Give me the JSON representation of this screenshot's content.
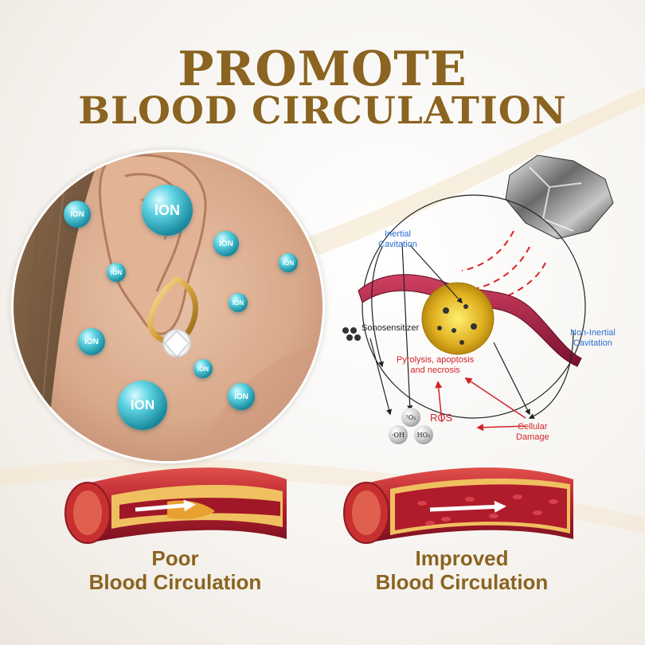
{
  "title": {
    "line1": "PROMOTE",
    "line2": "BLOOD CIRCULATION"
  },
  "ions": [
    {
      "label": "ION"
    },
    {
      "label": "ION"
    },
    {
      "label": "ION"
    },
    {
      "label": "ION"
    },
    {
      "label": "ION"
    },
    {
      "label": "ION"
    },
    {
      "label": "ION"
    },
    {
      "label": "ION"
    },
    {
      "label": "ION"
    },
    {
      "label": "ION"
    }
  ],
  "diagram": {
    "inertial_cavitation": "Inertial\nCavitation",
    "non_inertial_cavitation": "Non-Inertial\nCavitation",
    "sonosensitizer": "Sonosensitizer",
    "pyrolysis": "Pyrolysis, apoptosis\nand necrosis",
    "ros": "ROS",
    "cellular_damage": "Cellular\nDamage",
    "molecules": [
      "¹O₂",
      "·OH",
      "HO₂"
    ]
  },
  "comparison": {
    "poor": "Poor\nBlood Circulation",
    "improved": "Improved\nBlood Circulation"
  },
  "colors": {
    "gold": "#8a6420",
    "ion_cyan": "#3fb8c9",
    "vessel_red": "#b5202e",
    "accent_red": "#d0242b",
    "accent_blue": "#2a6fd0"
  }
}
